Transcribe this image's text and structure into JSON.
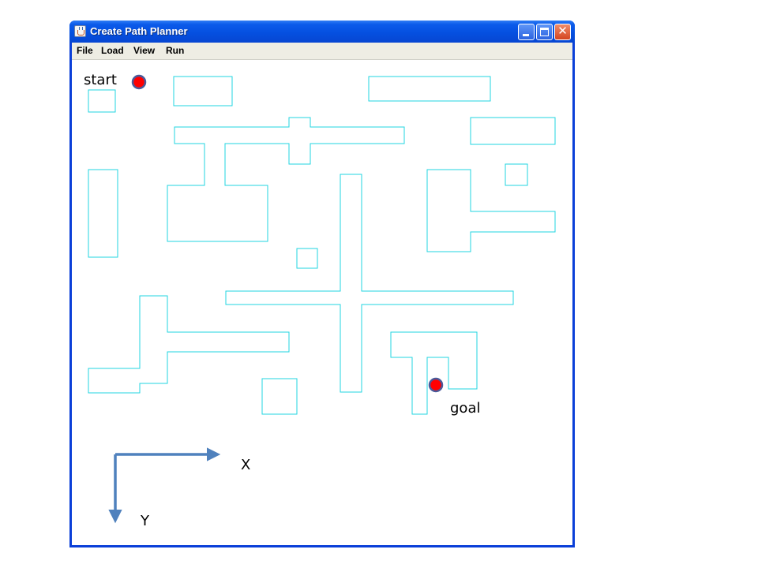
{
  "window": {
    "title": "Create Path Planner"
  },
  "menu": {
    "items": [
      {
        "label": "File"
      },
      {
        "label": "Load"
      },
      {
        "label": "View"
      },
      {
        "label": "Run"
      }
    ]
  },
  "map": {
    "start_label": "start",
    "goal_label": "goal",
    "x_axis_label": "X",
    "y_axis_label": "Y",
    "obstacle_color": "#22d6e0",
    "marker_fill": "#ff0000",
    "marker_stroke": "#4a5a9a",
    "axis_color": "#4f81bd"
  }
}
